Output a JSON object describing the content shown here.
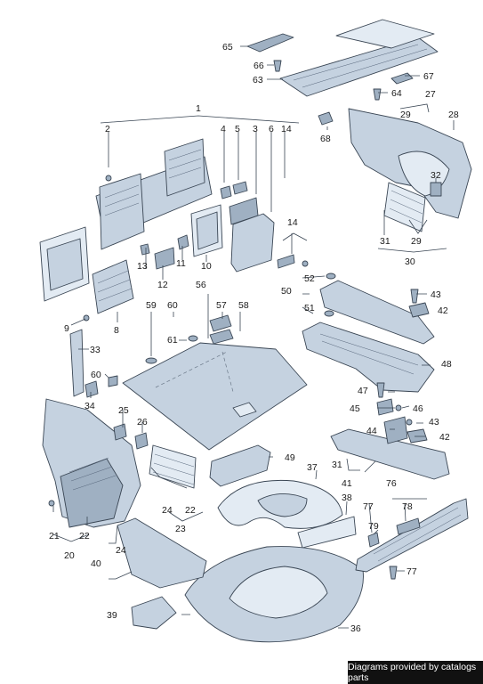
{
  "footer": {
    "credit": "Diagrams provided by catalogs parts"
  },
  "callouts": [
    {
      "id": "1"
    },
    {
      "id": "2"
    },
    {
      "id": "3"
    },
    {
      "id": "4"
    },
    {
      "id": "5"
    },
    {
      "id": "6"
    },
    {
      "id": "8"
    },
    {
      "id": "9"
    },
    {
      "id": "10"
    },
    {
      "id": "11"
    },
    {
      "id": "12"
    },
    {
      "id": "13"
    },
    {
      "id": "14a"
    },
    {
      "id": "14b"
    },
    {
      "id": "20"
    },
    {
      "id": "21"
    },
    {
      "id": "22a"
    },
    {
      "id": "22b"
    },
    {
      "id": "23"
    },
    {
      "id": "24a"
    },
    {
      "id": "24b"
    },
    {
      "id": "25"
    },
    {
      "id": "26"
    },
    {
      "id": "27"
    },
    {
      "id": "28"
    },
    {
      "id": "29a"
    },
    {
      "id": "29b"
    },
    {
      "id": "30"
    },
    {
      "id": "31a"
    },
    {
      "id": "31b"
    },
    {
      "id": "32"
    },
    {
      "id": "33"
    },
    {
      "id": "34"
    },
    {
      "id": "36"
    },
    {
      "id": "37"
    },
    {
      "id": "38"
    },
    {
      "id": "39"
    },
    {
      "id": "40"
    },
    {
      "id": "41"
    },
    {
      "id": "42a"
    },
    {
      "id": "42b"
    },
    {
      "id": "43a"
    },
    {
      "id": "43b"
    },
    {
      "id": "44"
    },
    {
      "id": "45"
    },
    {
      "id": "46"
    },
    {
      "id": "47"
    },
    {
      "id": "48"
    },
    {
      "id": "49"
    },
    {
      "id": "50"
    },
    {
      "id": "51"
    },
    {
      "id": "52"
    },
    {
      "id": "56"
    },
    {
      "id": "57"
    },
    {
      "id": "58"
    },
    {
      "id": "59"
    },
    {
      "id": "60a"
    },
    {
      "id": "60b"
    },
    {
      "id": "61"
    },
    {
      "id": "63"
    },
    {
      "id": "64"
    },
    {
      "id": "65"
    },
    {
      "id": "66"
    },
    {
      "id": "67"
    },
    {
      "id": "68"
    },
    {
      "id": "76"
    },
    {
      "id": "77a"
    },
    {
      "id": "77b"
    },
    {
      "id": "78"
    },
    {
      "id": "79"
    }
  ],
  "labels": {
    "1": "1",
    "2": "2",
    "3": "3",
    "4": "4",
    "5": "5",
    "6": "6",
    "8": "8",
    "9": "9",
    "10": "10",
    "11": "11",
    "12": "12",
    "13": "13",
    "14a": "14",
    "14b": "14",
    "20": "20",
    "21": "21",
    "22a": "22",
    "22b": "22",
    "23": "23",
    "24a": "24",
    "24b": "24",
    "25": "25",
    "26": "26",
    "27": "27",
    "28": "28",
    "29a": "29",
    "29b": "29",
    "30": "30",
    "31a": "31",
    "31b": "31",
    "32": "32",
    "33": "33",
    "34": "34",
    "36": "36",
    "37": "37",
    "38": "38",
    "39": "39",
    "40": "40",
    "41": "41",
    "42a": "42",
    "42b": "42",
    "43a": "43",
    "43b": "43",
    "44": "44",
    "45": "45",
    "46": "46",
    "47": "47",
    "48": "48",
    "49": "49",
    "50": "50",
    "51": "51",
    "52": "52",
    "56": "56",
    "57": "57",
    "58": "58",
    "59": "59",
    "60a": "60",
    "60b": "60",
    "61": "61",
    "63": "63",
    "64": "64",
    "65": "65",
    "66": "66",
    "67": "67",
    "68": "68",
    "76": "76",
    "77a": "77",
    "77b": "77",
    "78": "78",
    "79": "79"
  }
}
